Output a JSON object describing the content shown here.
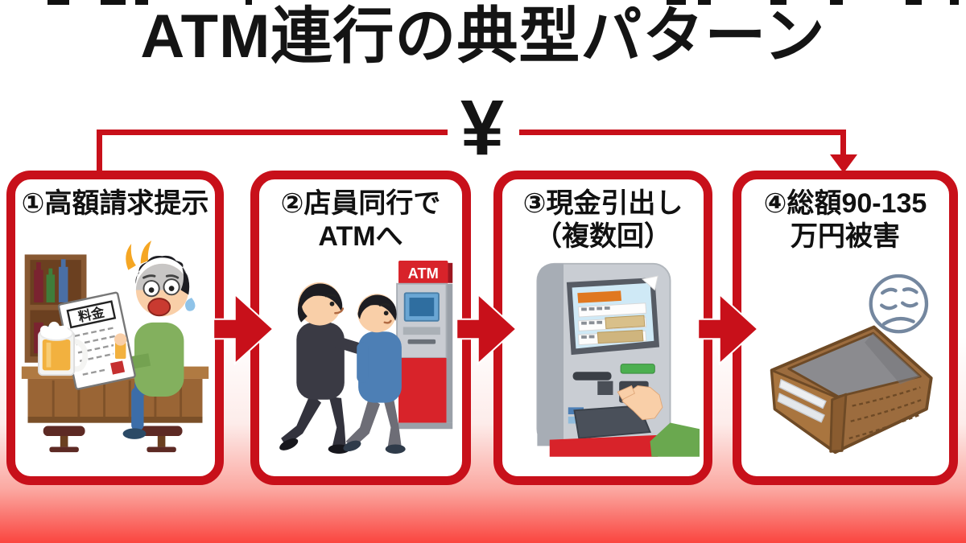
{
  "title": "ATM連行の典型パターン",
  "yen_symbol": "¥",
  "steps": [
    {
      "line1": "①高額請求提示",
      "line2": ""
    },
    {
      "line1": "②店員同行で",
      "line2": "ATMへ"
    },
    {
      "line1": "③現金引出し",
      "line2": "（複数回）"
    },
    {
      "line1": "④総額90-135",
      "line2": "万円被害"
    }
  ],
  "illustrations": {
    "bar_bill_label": "料金",
    "atm_sign_label": "ATM"
  },
  "colors": {
    "accent_red": "#c8101a",
    "atm_red": "#d8232a",
    "gradient_bottom_red": "#fa453f",
    "title_black": "#141414"
  }
}
